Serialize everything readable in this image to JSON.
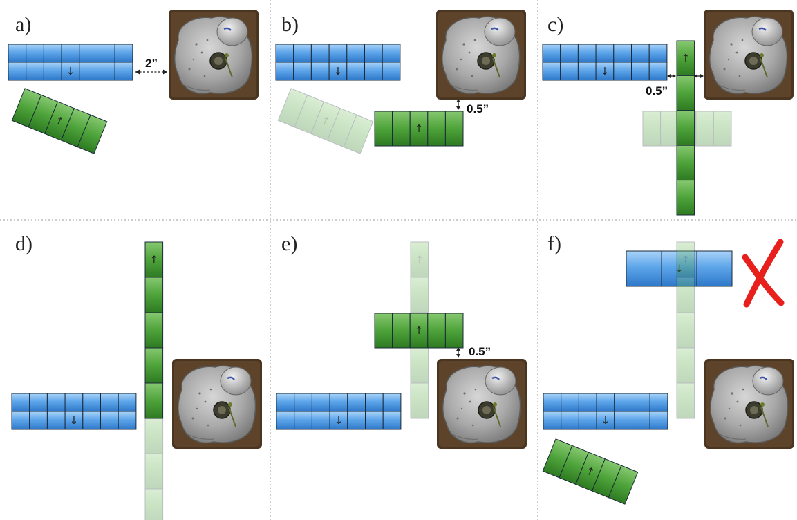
{
  "panels": [
    {
      "id": "a",
      "label": "a)"
    },
    {
      "id": "b",
      "label": "b)"
    },
    {
      "id": "c",
      "label": "c)"
    },
    {
      "id": "d",
      "label": "d)"
    },
    {
      "id": "e",
      "label": "e)"
    },
    {
      "id": "f",
      "label": "f)"
    }
  ],
  "measurements": {
    "two_inch": "2”",
    "half_inch": "0.5”"
  },
  "glyphs": {
    "arrow_down": "↓",
    "arrow_up": "↑"
  },
  "colors": {
    "blue_template": "#3f8bd8",
    "green_template": "#3f9a2e",
    "invalid_mark": "#e8201c",
    "divider": "#9a9a9a"
  },
  "icons": {
    "terrain_tile": "rock-boulder-terrain-icon",
    "invalid_mark": "red-x-icon"
  }
}
